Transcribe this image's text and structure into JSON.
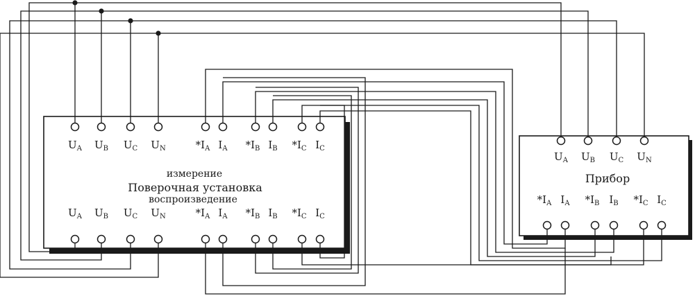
{
  "unit": {
    "label_top": "измерение",
    "label_main": "Поверочная установка",
    "label_bottom": "воспроизведение",
    "measure_terminals": [
      {
        "prefix": "",
        "letter": "U",
        "sub": "A"
      },
      {
        "prefix": "",
        "letter": "U",
        "sub": "B"
      },
      {
        "prefix": "",
        "letter": "U",
        "sub": "C"
      },
      {
        "prefix": "",
        "letter": "U",
        "sub": "N"
      },
      {
        "prefix": "*",
        "letter": "I",
        "sub": "A"
      },
      {
        "prefix": "",
        "letter": "I",
        "sub": "A"
      },
      {
        "prefix": "*",
        "letter": "I",
        "sub": "B"
      },
      {
        "prefix": "",
        "letter": "I",
        "sub": "B"
      },
      {
        "prefix": "*",
        "letter": "I",
        "sub": "C"
      },
      {
        "prefix": "",
        "letter": "I",
        "sub": "C"
      }
    ],
    "reproduce_terminals": [
      {
        "prefix": "",
        "letter": "U",
        "sub": "A"
      },
      {
        "prefix": "",
        "letter": "U",
        "sub": "B"
      },
      {
        "prefix": "",
        "letter": "U",
        "sub": "C"
      },
      {
        "prefix": "",
        "letter": "U",
        "sub": "N"
      },
      {
        "prefix": "*",
        "letter": "I",
        "sub": "A"
      },
      {
        "prefix": "",
        "letter": "I",
        "sub": "A"
      },
      {
        "prefix": "*",
        "letter": "I",
        "sub": "B"
      },
      {
        "prefix": "",
        "letter": "I",
        "sub": "B"
      },
      {
        "prefix": "*",
        "letter": "I",
        "sub": "C"
      },
      {
        "prefix": "",
        "letter": "I",
        "sub": "C"
      }
    ]
  },
  "device": {
    "label": "Прибор",
    "voltage_terminals": [
      {
        "prefix": "",
        "letter": "U",
        "sub": "A"
      },
      {
        "prefix": "",
        "letter": "U",
        "sub": "B"
      },
      {
        "prefix": "",
        "letter": "U",
        "sub": "C"
      },
      {
        "prefix": "",
        "letter": "U",
        "sub": "N"
      }
    ],
    "current_terminals": [
      {
        "prefix": "*",
        "letter": "I",
        "sub": "A"
      },
      {
        "prefix": "",
        "letter": "I",
        "sub": "A"
      },
      {
        "prefix": "*",
        "letter": "I",
        "sub": "B"
      },
      {
        "prefix": "",
        "letter": "I",
        "sub": "B"
      },
      {
        "prefix": "*",
        "letter": "I",
        "sub": "C"
      },
      {
        "prefix": "",
        "letter": "I",
        "sub": "C"
      }
    ]
  },
  "colors": {
    "line": "#1a1a1a",
    "background": "#ffffff"
  }
}
